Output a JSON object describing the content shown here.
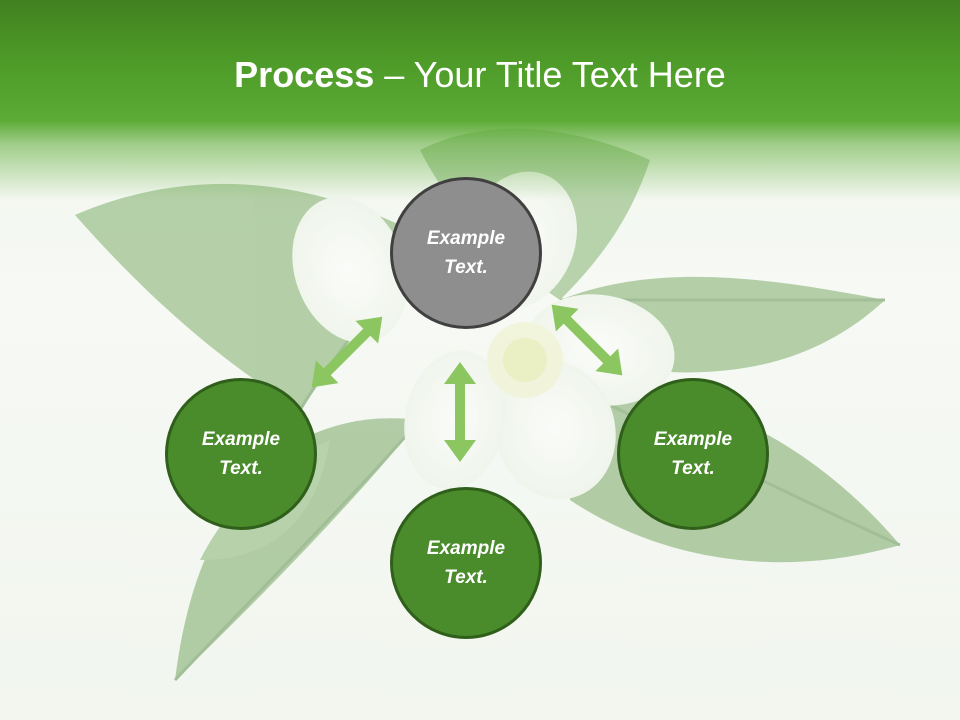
{
  "slide": {
    "title_bold": "Process",
    "title_rest": " – Your Title Text Here"
  },
  "nodes": [
    {
      "label": "Example Text.",
      "state": "highlighted"
    },
    {
      "label": "Example Text.",
      "state": "normal"
    },
    {
      "label": "Example Text.",
      "state": "normal"
    },
    {
      "label": "Example Text.",
      "state": "normal"
    }
  ],
  "colors": {
    "header_green": "#4d9a28",
    "node_fill": "#4a8b2b",
    "node_border": "#2f5f1a",
    "highlight_fill": "#8e8e8e",
    "arrow": "#8cc660"
  },
  "background_image": "jasmine-flower-with-leaves"
}
